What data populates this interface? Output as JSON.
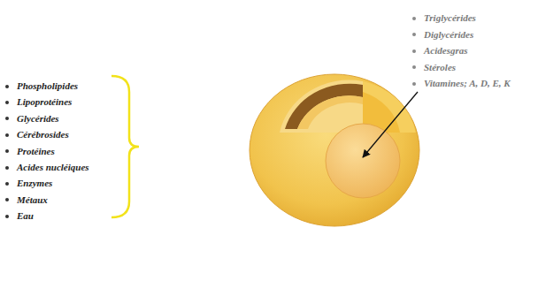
{
  "diagram": {
    "labels": [
      "Triglycérides",
      "Diglycérides",
      "Acidesgras",
      "Stéroles",
      "Vitamines; A, D, E, K",
      "Phospholipides",
      "Lipoprotéines",
      "Glycérides",
      "Cérébrosides",
      "Protéines",
      "Acides nucléiques",
      "Enzymes",
      "Métaux",
      "Eau"
    ]
  }
}
